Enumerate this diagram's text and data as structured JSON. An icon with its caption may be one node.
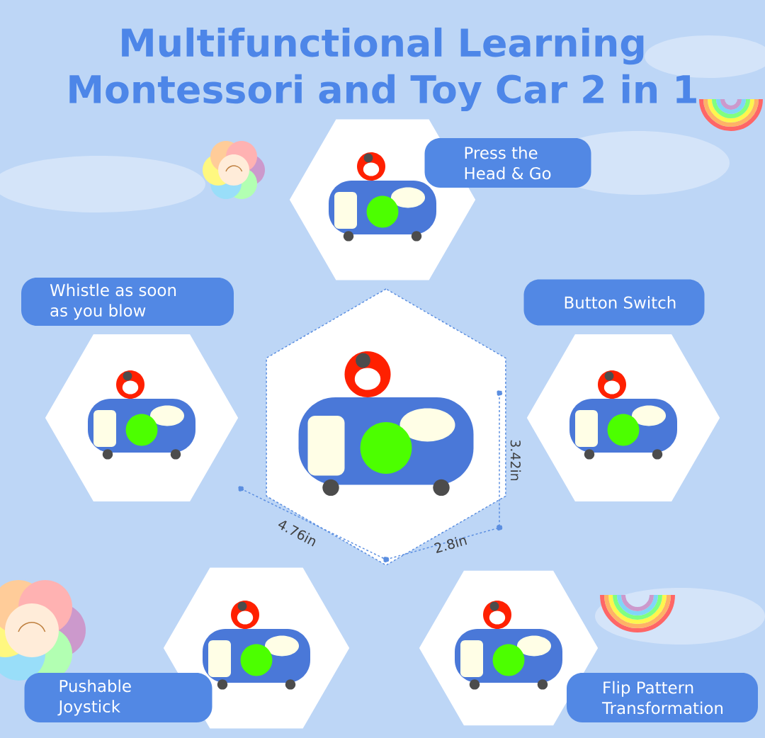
{
  "diagram": {
    "title": "Multifunctional Learning Montessori and Toy Car 2 in 1",
    "nodes": [
      {
        "text": [],
        "shape": "picture"
      },
      {
        "text": [],
        "shape": "picture"
      },
      {
        "text": [
          "Press the Head & Go"
        ]
      },
      {
        "text": [
          "Whistle as soon as you blow"
        ]
      },
      {
        "text": [],
        "shape": "picture"
      },
      {
        "text": [
          "Button Switch"
        ]
      },
      {
        "text": [],
        "shape": "picture"
      },
      {
        "text": [],
        "shape": "picture"
      },
      {
        "text": [
          "Pushable Joystick"
        ]
      },
      {
        "text": [],
        "shape": "picture"
      },
      {
        "text": [
          "Flip Pattern Transformation"
        ]
      }
    ],
    "labels": [
      "4.76in",
      "2.8in",
      "3.42in"
    ]
  }
}
